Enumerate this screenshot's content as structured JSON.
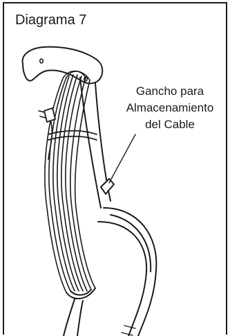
{
  "diagram": {
    "title": "Diagrama 7",
    "callout": {
      "line1": "Gancho para",
      "line2": "Almacenamiento",
      "line3": "del Cable"
    }
  }
}
